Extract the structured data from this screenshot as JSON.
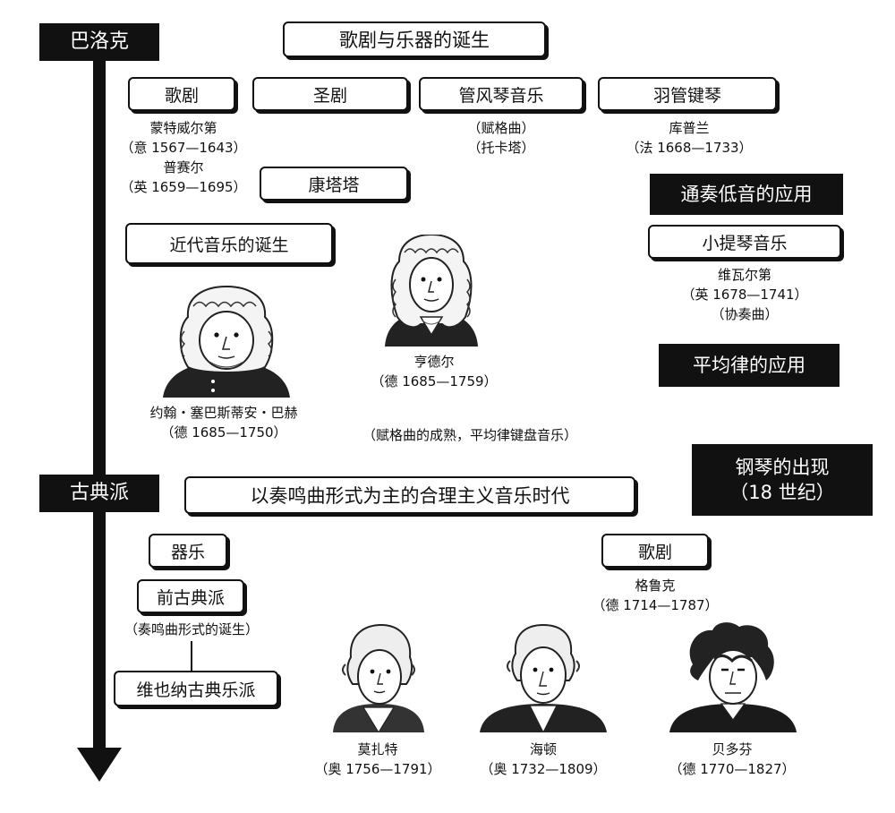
{
  "eras": {
    "baroque": "巴洛克",
    "classical": "古典派"
  },
  "baroque": {
    "banner": "歌剧与乐器的诞生",
    "categories": {
      "opera": "歌剧",
      "oratorio": "圣剧",
      "organ": "管风琴音乐",
      "harpsichord": "羽管键琴",
      "cantata": "康塔塔"
    },
    "opera_composers": [
      "蒙特威尔第",
      "（意 1567—1643）",
      "普赛尔",
      "（英 1659—1695）"
    ],
    "organ_forms": [
      "（赋格曲）",
      "（托卡塔）"
    ],
    "harpsichord_composer": [
      "库普兰",
      "（法 1668—1733）"
    ],
    "modern_music": "近代音乐的诞生",
    "basso_continuo": "通奏低音的应用",
    "violin_music": "小提琴音乐",
    "vivaldi": [
      "维瓦尔第",
      "（英 1678—1741）",
      "（协奏曲）"
    ],
    "temperament": "平均律的应用",
    "bach": [
      "约翰・塞巴斯蒂安・巴赫",
      "（德 1685—1750）"
    ],
    "handel": [
      "亨德尔",
      "（德 1685—1759）"
    ],
    "fugue_note": "（赋格曲的成熟，平均律键盘音乐）",
    "piano_appearance": [
      "钢琴的出现",
      "（18 世纪）"
    ]
  },
  "classical": {
    "banner": "以奏鸣曲形式为主的合理主义音乐时代",
    "instrumental": "器乐",
    "pre_classical": "前古典派",
    "sonata_birth": "（奏鸣曲形式的诞生）",
    "vienna": "维也纳古典乐派",
    "opera": "歌剧",
    "gluck": [
      "格鲁克",
      "（德 1714—1787）"
    ],
    "mozart": [
      "莫扎特",
      "（奥 1756—1791）"
    ],
    "haydn": [
      "海顿",
      "（奥 1732—1809）"
    ],
    "beethoven": [
      "贝多芬",
      "（德 1770—1827）"
    ]
  }
}
